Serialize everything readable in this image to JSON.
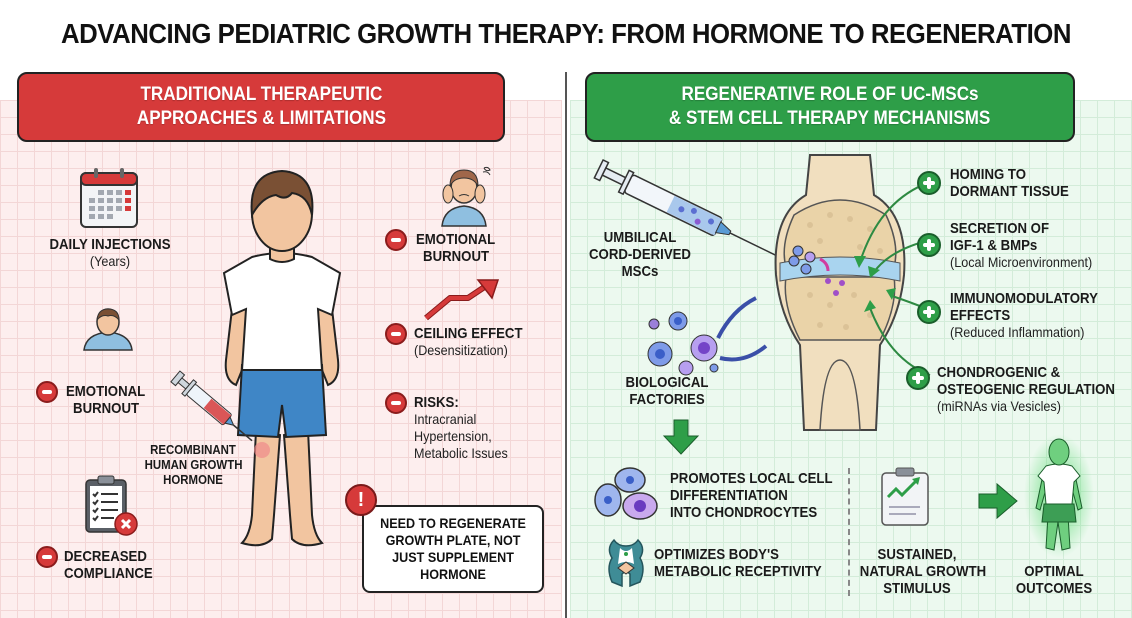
{
  "title": "ADVANCING PEDIATRIC GROWTH THERAPY: FROM HORMONE TO REGENERATION",
  "left_panel": {
    "banner": [
      "TRADITIONAL THERAPEUTIC",
      "APPROACHES & LIMITATIONS"
    ],
    "accent_color": "#d63a3a",
    "daily_injections": {
      "title": "DAILY INJECTIONS",
      "sub": "(Years)",
      "icon": "calendar-icon"
    },
    "emotional_burnout_left": {
      "lines": [
        "EMOTIONAL",
        "BURNOUT"
      ],
      "icon": "child-icon"
    },
    "decreased_compliance": {
      "lines": [
        "DECREASED",
        "COMPLIANCE"
      ],
      "icon": "clipboard-x-icon"
    },
    "rhgh_label": [
      "RECOMBINANT",
      "HUMAN GROWTH",
      "HORMONE"
    ],
    "emotional_burnout_right": {
      "lines": [
        "EMOTIONAL",
        "BURNOUT"
      ],
      "icon": "stressed-child-icon"
    },
    "ceiling_effect": {
      "title": "CEILING EFFECT",
      "sub": "(Desensitization)",
      "icon": "trend-arrow-icon"
    },
    "risks": {
      "title": "RISKS:",
      "sub": [
        "Intracranial",
        "Hypertension,",
        "Metabolic Issues"
      ]
    },
    "callout": [
      "NEED TO REGENERATE",
      "GROWTH PLATE, NOT",
      "JUST SUPPLEMENT",
      "HORMONE"
    ],
    "callout_icon": "!"
  },
  "right_panel": {
    "banner": [
      "REGENERATIVE ROLE OF UC-MSCs",
      "& STEM CELL THERAPY MECHANISMS"
    ],
    "accent_color": "#2e9e48",
    "umbilical": [
      "UMBILICAL",
      "CORD-DERIVED",
      "MSCs"
    ],
    "biological_factories": [
      "BIOLOGICAL",
      "FACTORIES"
    ],
    "mechanisms": [
      {
        "title": [
          "HOMING TO",
          "DORMANT TISSUE"
        ],
        "sub": ""
      },
      {
        "title": [
          "SECRETION OF",
          "IGF-1 & BMPs"
        ],
        "sub": "(Local Microenvironment)"
      },
      {
        "title": [
          "IMMUNOMODULATORY",
          "EFFECTS"
        ],
        "sub": "(Reduced Inflammation)"
      },
      {
        "title": [
          "CHONDROGENIC &",
          "OSTEOGENIC REGULATION"
        ],
        "sub": "(miRNAs via Vesicles)"
      }
    ],
    "promotes": [
      "PROMOTES LOCAL CELL",
      "DIFFERENTIATION",
      "INTO CHONDROCYTES"
    ],
    "optimizes": [
      "OPTIMIZES BODY'S",
      "METABOLIC RECEPTIVITY"
    ],
    "sustained": [
      "SUSTAINED,",
      "NATURAL GROWTH",
      "STIMULUS"
    ],
    "optimal": [
      "OPTIMAL",
      "OUTCOMES"
    ]
  }
}
